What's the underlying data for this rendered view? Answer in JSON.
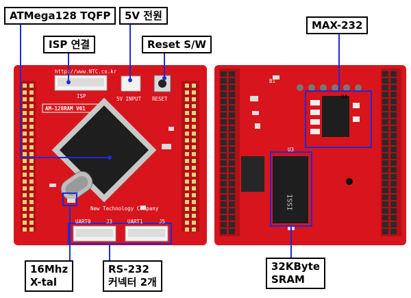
{
  "labels": {
    "mcu": "ATMega128  TQFP",
    "isp": "ISP 연결",
    "power": "5V 전원",
    "reset": "Reset S/W",
    "max232": "MAX-232",
    "xtal": "16Mhz\nX-tal",
    "rs232": "RS-232\n커넥터 2개",
    "sram": "32KByte\nSRAM"
  },
  "silkscreen": {
    "url": "http://www.NTC.co.kr",
    "isp": "ISP",
    "model": "AM-128RAM V01",
    "input": "5V INPUT",
    "reset": "RESET",
    "company": "New Technology Company",
    "uart0": "UART0",
    "j3": "J3",
    "uart1": "UART1",
    "j5": "J5",
    "u4": "U4",
    "u3": "U3",
    "sram_chip": "ISSI",
    "b1": "B1"
  },
  "colors": {
    "pcb": "#d8141c",
    "pcb_dark": "#a80c12",
    "highlight": "#1c2bd6",
    "chip": "#1e1e1e",
    "header": "#2a2a2a"
  }
}
